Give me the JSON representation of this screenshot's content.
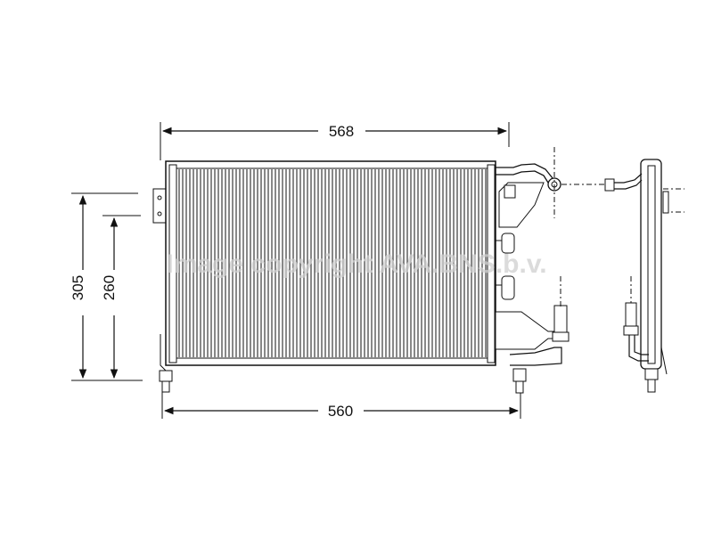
{
  "dimensions": {
    "top_width": "568",
    "bottom_width": "560",
    "total_height": "305",
    "core_height": "260"
  },
  "watermark": "Image copyright AVA.BNS.b.v.",
  "colors": {
    "line": "#111111",
    "watermark": "#cfcfcf",
    "background": "#ffffff"
  }
}
